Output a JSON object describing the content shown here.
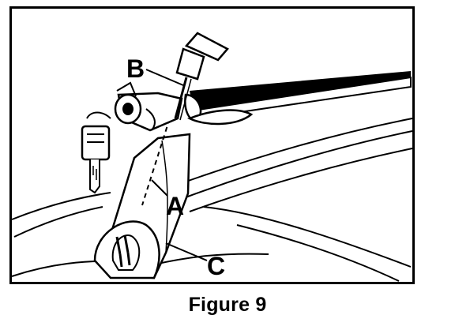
{
  "figure": {
    "caption": "Figure 9",
    "labels": {
      "a": "A",
      "b": "B",
      "c": "C"
    }
  }
}
